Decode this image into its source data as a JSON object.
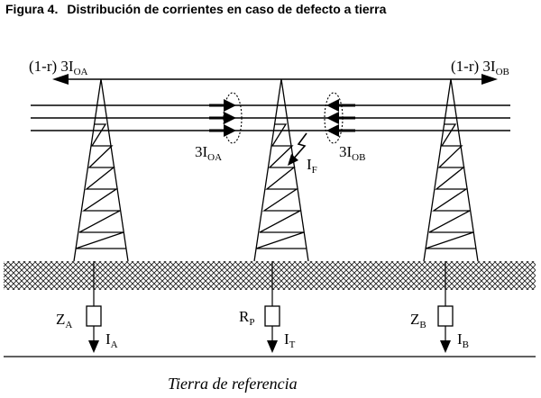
{
  "title": {
    "number": "Figura 4.",
    "text": "Distribución de corrientes en caso de defecto a tierra"
  },
  "labels": {
    "left_return": {
      "prefix": "(1-r) 3I",
      "sub": "OA"
    },
    "right_return": {
      "prefix": "(1-r) 3I",
      "sub": "OB"
    },
    "current_a": {
      "prefix": "3I",
      "sub": "OA"
    },
    "current_b": {
      "prefix": "3I",
      "sub": "OB"
    },
    "fault": {
      "prefix": "I",
      "sub": "F"
    },
    "za": {
      "prefix": "Z",
      "sub": "A"
    },
    "rp": {
      "prefix": "R",
      "sub": "P"
    },
    "zb": {
      "prefix": "Z",
      "sub": "B"
    },
    "ia": {
      "prefix": "I",
      "sub": "A"
    },
    "it": {
      "prefix": "I",
      "sub": "T"
    },
    "ib": {
      "prefix": "I",
      "sub": "B"
    }
  },
  "caption": "Tierra de referencia"
}
